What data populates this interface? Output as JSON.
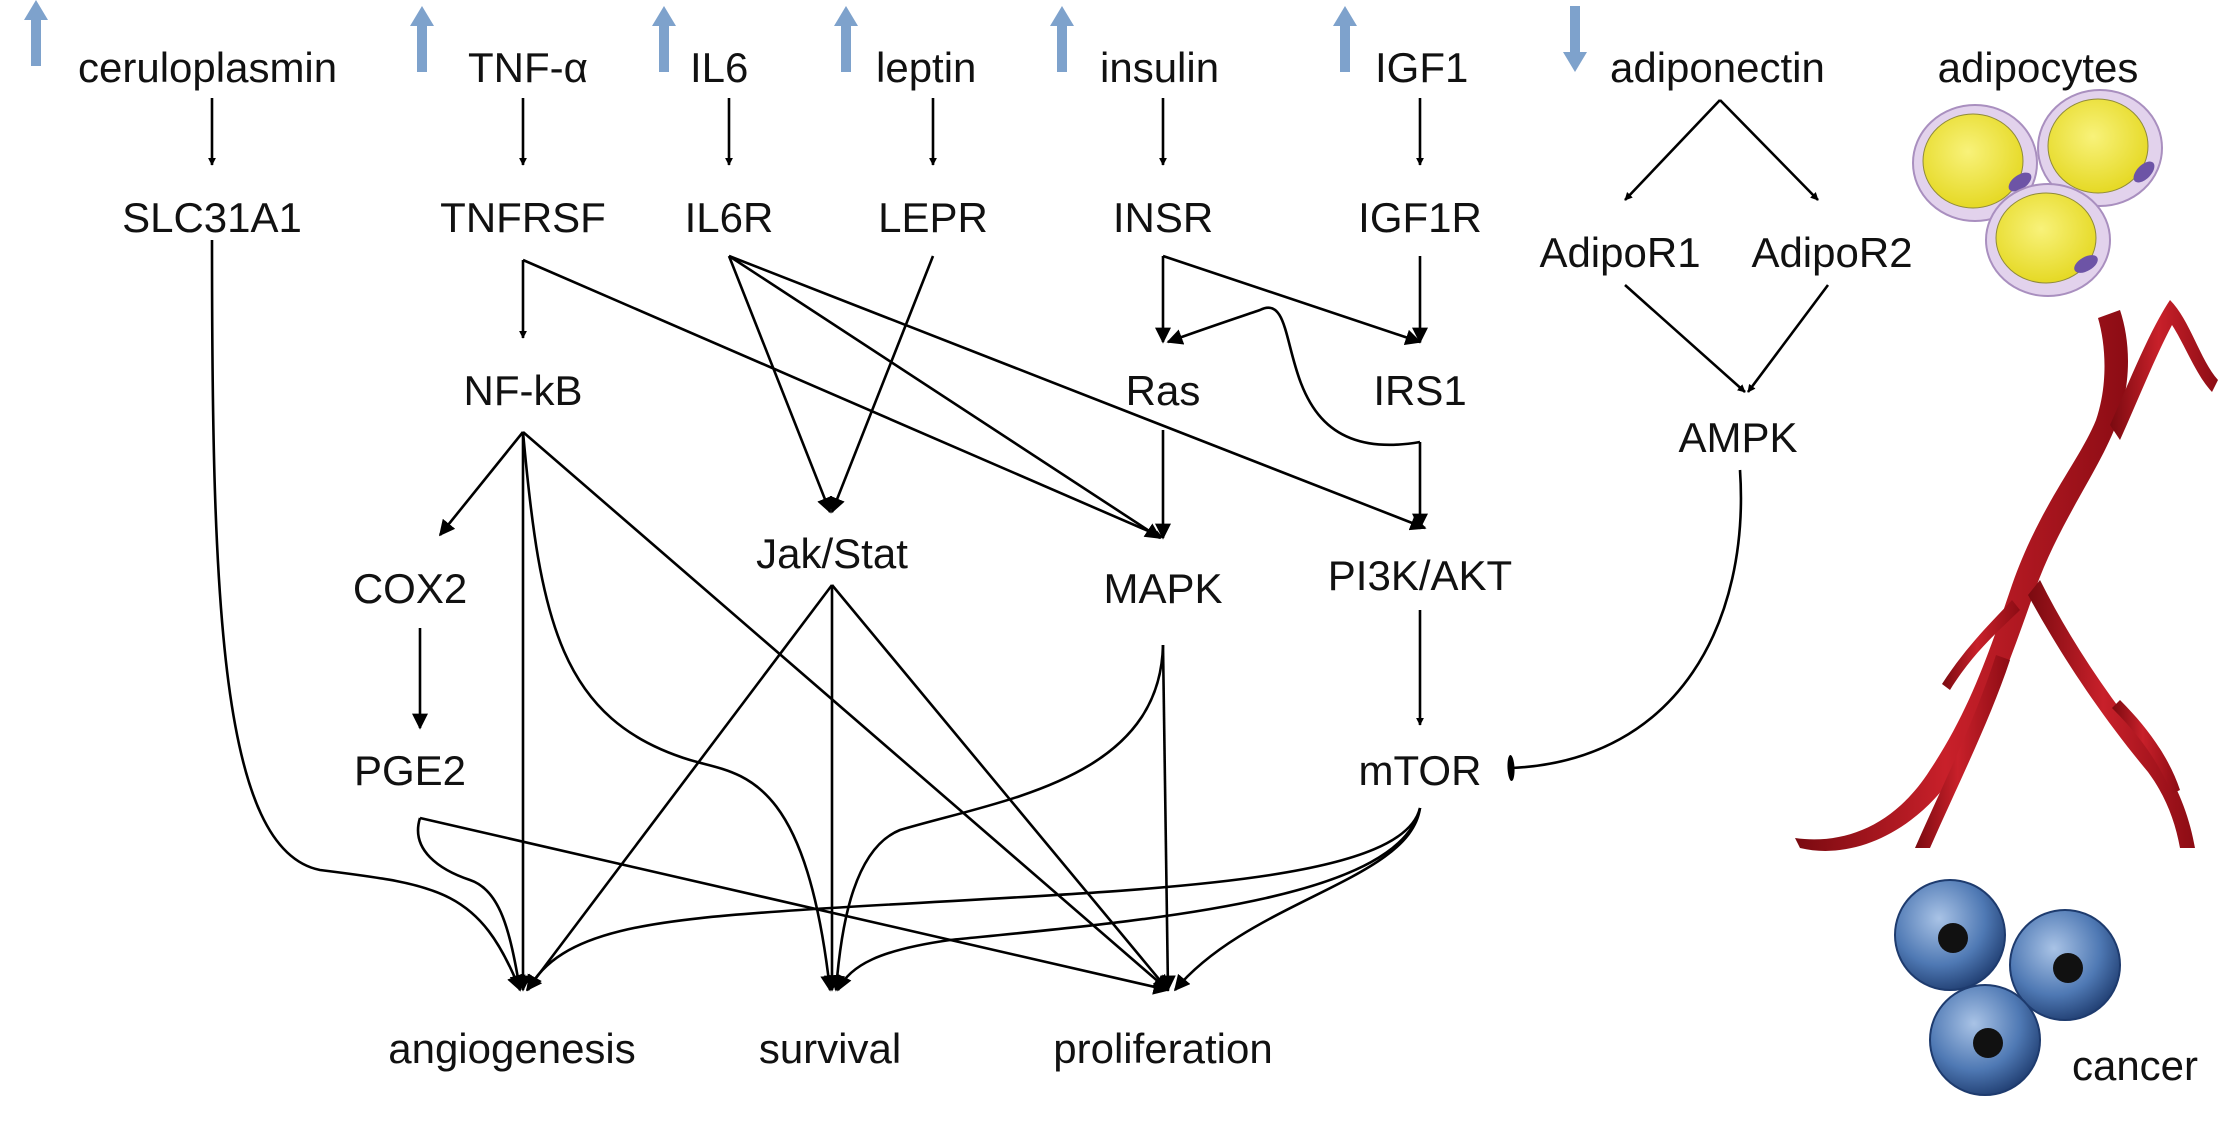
{
  "colors": {
    "up_arrow": "#7ea2cc",
    "down_arrow": "#7ea2cc",
    "adipocyte_fill": "#f2e93a",
    "adipocyte_membrane": "#e2d2ec",
    "adipocyte_nucleus": "#6d54a6",
    "vessel": "#b3141d",
    "cancer_cell": "#4f79b4",
    "cancer_nucleus": "#111111"
  },
  "inputs": [
    {
      "id": "ceruloplasmin",
      "label": "ceruloplasmin",
      "change": "up"
    },
    {
      "id": "tnfa",
      "label": "TNF-α",
      "change": "up"
    },
    {
      "id": "il6",
      "label": "IL6",
      "change": "up"
    },
    {
      "id": "leptin",
      "label": "leptin",
      "change": "up"
    },
    {
      "id": "insulin",
      "label": "insulin",
      "change": "up"
    },
    {
      "id": "igf1",
      "label": "IGF1",
      "change": "up"
    },
    {
      "id": "adiponectin",
      "label": "adiponectin",
      "change": "down"
    }
  ],
  "nodes": {
    "slc31a1": "SLC31A1",
    "tnfrsf": "TNFRSF",
    "il6r": "IL6R",
    "lepr": "LEPR",
    "insr": "INSR",
    "igf1r": "IGF1R",
    "adipor1": "AdipoR1",
    "adipor2": "AdipoR2",
    "nfkb": "NF-kB",
    "ras": "Ras",
    "irs1": "IRS1",
    "ampk": "AMPK",
    "cox2": "COX2",
    "jakstat": "Jak/Stat",
    "mapk": "MAPK",
    "pi3kakt": "PI3K/AKT",
    "pge2": "PGE2",
    "mtor": "mTOR"
  },
  "outcomes": {
    "angiogenesis": "angiogenesis",
    "survival": "survival",
    "proliferation": "proliferation"
  },
  "side_labels": {
    "adipocytes": "adipocytes",
    "cancer": "cancer"
  },
  "edges": [
    {
      "from": "ceruloplasmin",
      "to": "slc31a1",
      "type": "activation"
    },
    {
      "from": "tnfa",
      "to": "tnfrsf",
      "type": "activation"
    },
    {
      "from": "il6",
      "to": "il6r",
      "type": "activation"
    },
    {
      "from": "leptin",
      "to": "lepr",
      "type": "activation"
    },
    {
      "from": "insulin",
      "to": "insr",
      "type": "activation"
    },
    {
      "from": "igf1",
      "to": "igf1r",
      "type": "activation"
    },
    {
      "from": "adiponectin",
      "to": "adipor1",
      "type": "activation"
    },
    {
      "from": "adiponectin",
      "to": "adipor2",
      "type": "activation"
    },
    {
      "from": "adipor1",
      "to": "ampk",
      "type": "activation"
    },
    {
      "from": "adipor2",
      "to": "ampk",
      "type": "activation"
    },
    {
      "from": "tnfrsf",
      "to": "nfkb",
      "type": "activation"
    },
    {
      "from": "tnfrsf",
      "to": "mapk",
      "type": "activation"
    },
    {
      "from": "il6r",
      "to": "jakstat",
      "type": "activation"
    },
    {
      "from": "il6r",
      "to": "mapk",
      "type": "activation"
    },
    {
      "from": "il6r",
      "to": "pi3kakt",
      "type": "activation"
    },
    {
      "from": "lepr",
      "to": "jakstat",
      "type": "activation"
    },
    {
      "from": "insr",
      "to": "ras",
      "type": "activation"
    },
    {
      "from": "insr",
      "to": "irs1",
      "type": "activation"
    },
    {
      "from": "igf1r",
      "to": "irs1",
      "type": "activation"
    },
    {
      "from": "irs1",
      "to": "ras",
      "type": "activation"
    },
    {
      "from": "irs1",
      "to": "pi3kakt",
      "type": "activation"
    },
    {
      "from": "ras",
      "to": "mapk",
      "type": "activation"
    },
    {
      "from": "nfkb",
      "to": "cox2",
      "type": "activation"
    },
    {
      "from": "nfkb",
      "to": "angiogenesis",
      "type": "activation"
    },
    {
      "from": "nfkb",
      "to": "survival",
      "type": "activation"
    },
    {
      "from": "nfkb",
      "to": "proliferation",
      "type": "activation"
    },
    {
      "from": "cox2",
      "to": "pge2",
      "type": "activation"
    },
    {
      "from": "pge2",
      "to": "angiogenesis",
      "type": "activation"
    },
    {
      "from": "pge2",
      "to": "proliferation",
      "type": "activation"
    },
    {
      "from": "slc31a1",
      "to": "angiogenesis",
      "type": "activation"
    },
    {
      "from": "jakstat",
      "to": "angiogenesis",
      "type": "activation"
    },
    {
      "from": "jakstat",
      "to": "survival",
      "type": "activation"
    },
    {
      "from": "jakstat",
      "to": "proliferation",
      "type": "activation"
    },
    {
      "from": "mapk",
      "to": "survival",
      "type": "activation"
    },
    {
      "from": "mapk",
      "to": "proliferation",
      "type": "activation"
    },
    {
      "from": "pi3kakt",
      "to": "mtor",
      "type": "activation"
    },
    {
      "from": "ampk",
      "to": "mtor",
      "type": "inhibition"
    },
    {
      "from": "mtor",
      "to": "angiogenesis",
      "type": "activation"
    },
    {
      "from": "mtor",
      "to": "survival",
      "type": "activation"
    },
    {
      "from": "mtor",
      "to": "proliferation",
      "type": "activation"
    }
  ]
}
